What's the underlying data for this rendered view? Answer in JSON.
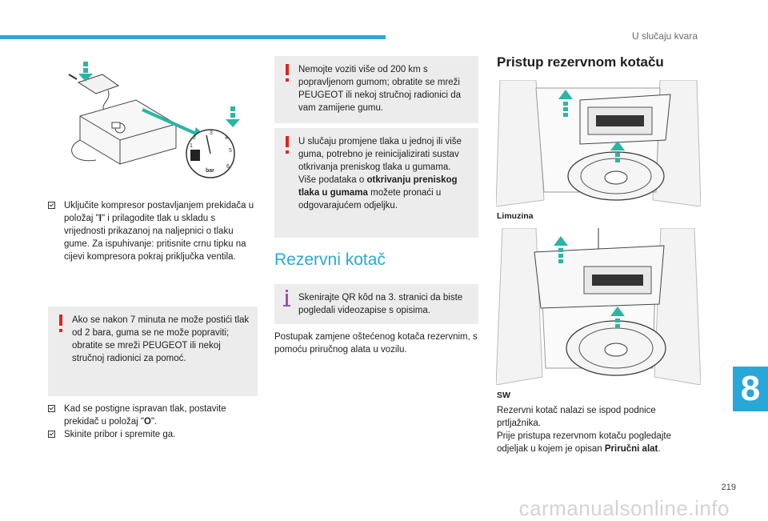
{
  "header": {
    "section_title": "U slučaju kvara",
    "chapter_tab": "8",
    "page_number": "219"
  },
  "watermark": "carmanualsonline.info",
  "figure_compressor": {
    "gauge_unit": "bar",
    "gauge_ticks": [
      "1",
      "2",
      "3",
      "4",
      "5",
      "6"
    ],
    "switch_positions": [
      "I",
      "O"
    ]
  },
  "left_column": {
    "step1_pre": "Uključite kompresor postavljanjem prekidača u položaj \"",
    "step1_bold": "I",
    "step1_post": "\" i prilagodite tlak u skladu s vrijednosti prikazanoj na naljepnici o tlaku gume. Za ispuhivanje: pritisnite crnu tipku na cijevi kompresora pokraj priključka ventila.",
    "warning": "Ako se nakon 7 minuta ne može postići tlak od 2 bara, guma se ne može popraviti; obratite se mreži PEUGEOT ili nekoj stručnoj radionici za pomoć.",
    "step2_pre": "Kad se postigne ispravan tlak, postavite prekidač u položaj \"",
    "step2_bold": "O",
    "step2_post": "\".",
    "step3": "Skinite pribor i spremite ga."
  },
  "middle_column": {
    "warning1": "Nemojte voziti više od 200 km s popravljenom gumom; obratite se mreži PEUGEOT ili nekoj stručnoj radionici da vam zamijene gumu.",
    "warning2_pre": "U slučaju promjene tlaka u jednoj ili više guma, potrebno je reinicijalizirati sustav otkrivanja preniskog tlaka u gumama. Više podataka o ",
    "warning2_bold": "otkrivanju preniskog tlaka u gumama",
    "warning2_post": " možete pronaći u odgovarajućem odjeljku.",
    "heading": "Rezervni kotač",
    "info": "Skenirajte QR kôd na 3. stranici da biste pogledali videozapise s opisima.",
    "body": "Postupak zamjene oštećenog kotača rezervnim, s pomoću priručnog alata u vozilu."
  },
  "right_column": {
    "heading": "Pristup rezervnom kotaču",
    "caption_sedan": "Limuzina",
    "caption_sw": "SW",
    "body_line1": "Rezervni kotač nalazi se ispod podnice prtljažnika.",
    "body_line2_pre": "Prije pristupa rezervnom kotaču pogledajte odjeljak u kojem je opisan ",
    "body_line2_bold": "Priručni alat",
    "body_line2_post": "."
  },
  "colors": {
    "accent_blue": "#2aa8d8",
    "warning_red": "#e2231a",
    "info_purple": "#9b52b2",
    "arrow_teal": "#2bb5a5",
    "box_gray": "#ececec"
  }
}
